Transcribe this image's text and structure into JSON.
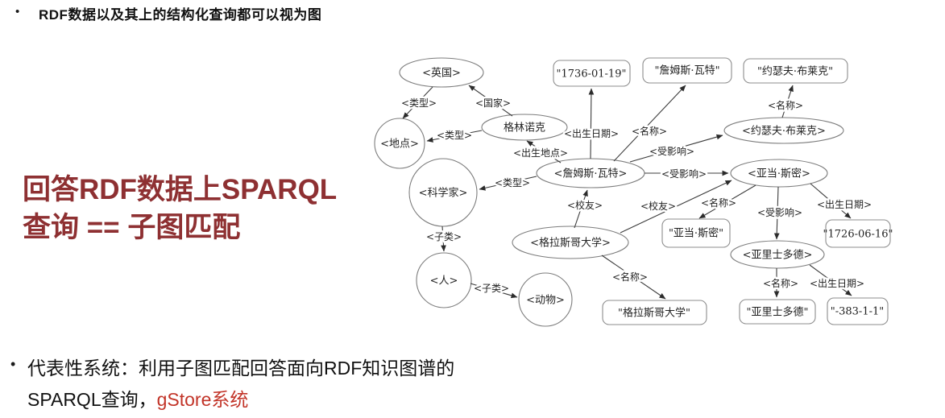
{
  "colors": {
    "heading_maroon": "#8e3032",
    "accent_red": "#c23428",
    "text": "#111111",
    "diagram_stroke": "#7d7d7d"
  },
  "top_bullet": {
    "dot": "•",
    "text": "RDF数据以及其上的结构化查询都可以视为图"
  },
  "heading": {
    "line1": "回答RDF数据上SPARQL",
    "line2": "查询 == 子图匹配"
  },
  "bottom_bullet": {
    "dot": "•",
    "line1": "代表性系统：利用子图匹配回答面向RDF知识图谱的",
    "line2_black": "SPARQL查询，",
    "line2_red": "gStore系统"
  },
  "diagram": {
    "description": "RDF knowledge graph: entity/class nodes as ellipses, literal values as rounded rectangles, labeled directed edges",
    "nodes": {
      "uk": {
        "label": "<英国>",
        "shape": "ellipse"
      },
      "location": {
        "label": "<地点>",
        "shape": "circle"
      },
      "greenock": {
        "label": "格林诺克",
        "shape": "ellipse"
      },
      "scientist": {
        "label": "<科学家>",
        "shape": "circle"
      },
      "james_watt": {
        "label": "<詹姆斯·瓦特>",
        "shape": "ellipse"
      },
      "person": {
        "label": "<人>",
        "shape": "circle"
      },
      "animal": {
        "label": "<动物>",
        "shape": "circle"
      },
      "glasgow_uni": {
        "label": "<格拉斯哥大学>",
        "shape": "ellipse"
      },
      "joseph_black": {
        "label": "<约瑟夫·布莱克>",
        "shape": "ellipse"
      },
      "adam_smith": {
        "label": "<亚当·斯密>",
        "shape": "ellipse"
      },
      "aristotle": {
        "label": "<亚里士多德>",
        "shape": "ellipse"
      },
      "lit_1736": {
        "label": "\"1736-01-19\"",
        "shape": "rect"
      },
      "lit_james": {
        "label": "\"詹姆斯·瓦特\"",
        "shape": "rect"
      },
      "lit_joseph": {
        "label": "\"约瑟夫·布莱克\"",
        "shape": "rect"
      },
      "lit_adam": {
        "label": "\"亚当·斯密\"",
        "shape": "rect"
      },
      "lit_1726": {
        "label": "\"1726-06-16\"",
        "shape": "rect"
      },
      "lit_glasgow": {
        "label": "\"格拉斯哥大学\"",
        "shape": "rect"
      },
      "lit_aristotle": {
        "label": "\"亚里士多德\"",
        "shape": "rect"
      },
      "lit_383": {
        "label": "\"-383-1-1\"",
        "shape": "rect"
      }
    },
    "edges": {
      "uk_type": {
        "label": "<类型>",
        "from": "uk",
        "to": "location"
      },
      "greenock_country": {
        "label": "<国家>",
        "from": "greenock",
        "to": "uk"
      },
      "greenock_type": {
        "label": "<类型>",
        "from": "greenock",
        "to": "location"
      },
      "watt_birthplace": {
        "label": "<出生地点>",
        "from": "james_watt",
        "to": "greenock"
      },
      "watt_birthdate": {
        "label": "<出生日期>",
        "from": "james_watt",
        "to": "lit_1736"
      },
      "watt_name": {
        "label": "<名称>",
        "from": "james_watt",
        "to": "lit_james"
      },
      "watt_influenced_black": {
        "label": "<受影响>",
        "from": "james_watt",
        "to": "joseph_black"
      },
      "watt_influenced_smith": {
        "label": "<受影响>",
        "from": "james_watt",
        "to": "adam_smith"
      },
      "black_name": {
        "label": "<名称>",
        "from": "joseph_black",
        "to": "lit_joseph"
      },
      "watt_type": {
        "label": "<类型>",
        "from": "james_watt",
        "to": "scientist"
      },
      "glasgow_alumni_watt": {
        "label": "<校友>",
        "from": "glasgow_uni",
        "to": "james_watt"
      },
      "glasgow_alumni_smith": {
        "label": "<校友>",
        "from": "glasgow_uni",
        "to": "adam_smith"
      },
      "smith_name": {
        "label": "<名称>",
        "from": "adam_smith",
        "to": "lit_adam"
      },
      "smith_birthdate": {
        "label": "<出生日期>",
        "from": "adam_smith",
        "to": "lit_1726"
      },
      "smith_influenced": {
        "label": "<受影响>",
        "from": "adam_smith",
        "to": "aristotle"
      },
      "scientist_subclass": {
        "label": "<子类>",
        "from": "scientist",
        "to": "person"
      },
      "person_subclass": {
        "label": "<子类>",
        "from": "person",
        "to": "animal"
      },
      "glasgow_name": {
        "label": "<名称>",
        "from": "glasgow_uni",
        "to": "lit_glasgow"
      },
      "aristotle_name": {
        "label": "<名称>",
        "from": "aristotle",
        "to": "lit_aristotle"
      },
      "aristotle_birthdate": {
        "label": "<出生日期>",
        "from": "aristotle",
        "to": "lit_383"
      }
    }
  }
}
